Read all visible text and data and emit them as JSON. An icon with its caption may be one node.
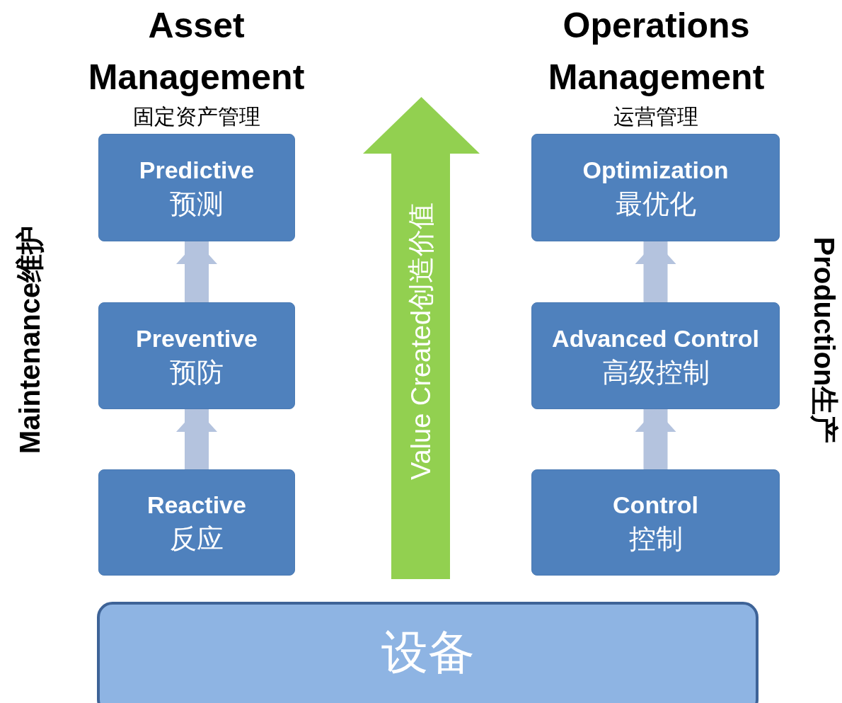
{
  "diagram": {
    "nodes": [
      {
        "text": [
          "Predictive",
          "预测"
        ]
      },
      {
        "text": [
          "Preventive",
          "预防"
        ]
      },
      {
        "text": [
          "Reactive",
          "反应"
        ]
      },
      {
        "text": [
          "Optimization",
          "最优化"
        ]
      },
      {
        "text": [
          "Advanced Control",
          "高级控制"
        ]
      },
      {
        "text": [
          "Control",
          "控制"
        ]
      },
      {
        "text": [
          "Value Created创造价值"
        ]
      },
      {
        "text": [
          "设备"
        ]
      }
    ],
    "edges": [
      {
        "from": 2,
        "to": 1,
        "arrow": "to"
      },
      {
        "from": 1,
        "to": 0,
        "arrow": "to"
      },
      {
        "from": 5,
        "to": 4,
        "arrow": "to"
      },
      {
        "from": 4,
        "to": 3,
        "arrow": "to"
      }
    ],
    "labels": [
      "Asset Management",
      "固定资产管理",
      "Operations Management",
      "运营管理",
      "Maintenance维护",
      "Production生产"
    ]
  }
}
